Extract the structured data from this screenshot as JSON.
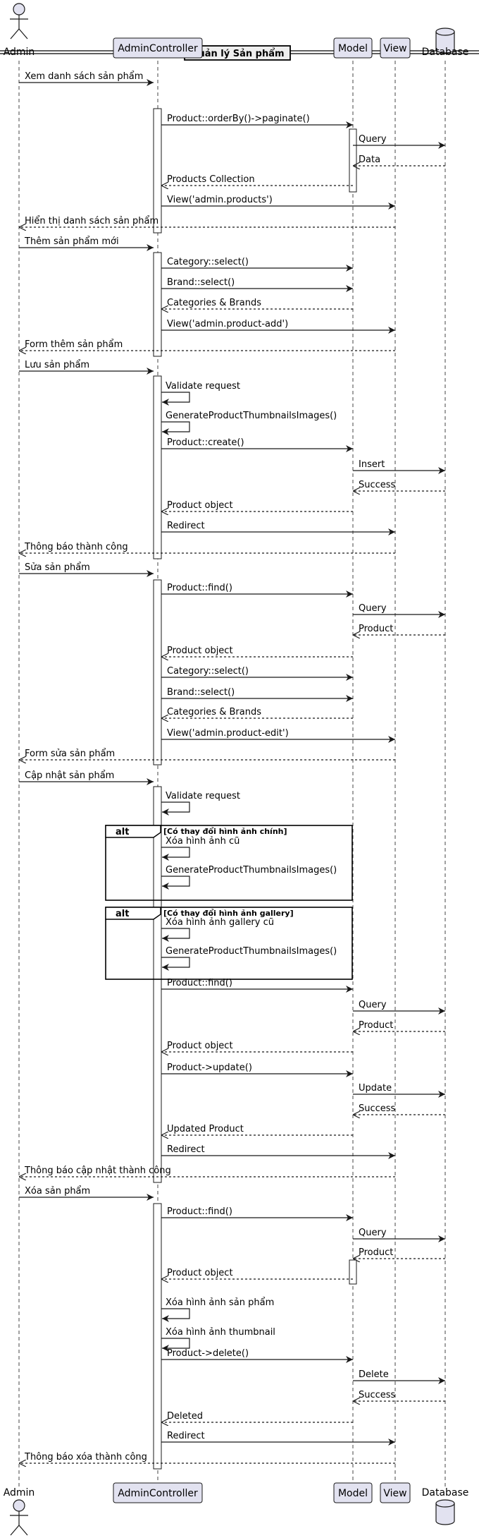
{
  "participants": [
    {
      "id": "admin",
      "label": "Admin",
      "kind": "actor"
    },
    {
      "id": "ctrl",
      "label": "AdminController",
      "kind": "box"
    },
    {
      "id": "model",
      "label": "Model",
      "kind": "box"
    },
    {
      "id": "view",
      "label": "View",
      "kind": "box"
    },
    {
      "id": "db",
      "label": "Database",
      "kind": "database"
    }
  ],
  "colors": {
    "participant_fill": "#e2e2f0",
    "participant_stroke": "#181818",
    "lifeline": "#181818",
    "activation_fill": "#ffffff",
    "fragment_stroke": "#000000",
    "divider_label_fill": "#eeeeee"
  },
  "section_title": "Quản lý Sản phẩm",
  "messages": [
    {
      "from": "admin",
      "to": "ctrl",
      "text": "Xem danh sách sản phẩm",
      "style": "solid"
    },
    {
      "from": "ctrl",
      "to": "model",
      "text": "Product::orderBy()->paginate()",
      "style": "solid"
    },
    {
      "from": "model",
      "to": "db",
      "text": "Query",
      "style": "solid"
    },
    {
      "from": "db",
      "to": "model",
      "text": "Data",
      "style": "dashed"
    },
    {
      "from": "model",
      "to": "ctrl",
      "text": "Products Collection",
      "style": "dashed"
    },
    {
      "from": "ctrl",
      "to": "view",
      "text": "View('admin.products')",
      "style": "solid"
    },
    {
      "from": "view",
      "to": "admin",
      "text": "Hiển thị danh sách sản phẩm",
      "style": "dashed"
    },
    {
      "from": "admin",
      "to": "ctrl",
      "text": "Thêm sản phẩm mới",
      "style": "solid"
    },
    {
      "from": "ctrl",
      "to": "model",
      "text": "Category::select()",
      "style": "solid"
    },
    {
      "from": "ctrl",
      "to": "model",
      "text": "Brand::select()",
      "style": "solid"
    },
    {
      "from": "model",
      "to": "ctrl",
      "text": "Categories & Brands",
      "style": "dashed"
    },
    {
      "from": "ctrl",
      "to": "view",
      "text": "View('admin.product-add')",
      "style": "solid"
    },
    {
      "from": "view",
      "to": "admin",
      "text": "Form thêm sản phẩm",
      "style": "dashed"
    },
    {
      "from": "admin",
      "to": "ctrl",
      "text": "Lưu sản phẩm",
      "style": "solid"
    },
    {
      "from": "ctrl",
      "to": "ctrl",
      "text": "Validate request",
      "style": "solid"
    },
    {
      "from": "ctrl",
      "to": "ctrl",
      "text": "GenerateProductThumbnailsImages()",
      "style": "solid"
    },
    {
      "from": "ctrl",
      "to": "model",
      "text": "Product::create()",
      "style": "solid"
    },
    {
      "from": "model",
      "to": "db",
      "text": "Insert",
      "style": "solid"
    },
    {
      "from": "db",
      "to": "model",
      "text": "Success",
      "style": "dashed"
    },
    {
      "from": "model",
      "to": "ctrl",
      "text": "Product object",
      "style": "dashed"
    },
    {
      "from": "ctrl",
      "to": "view",
      "text": "Redirect",
      "style": "solid"
    },
    {
      "from": "view",
      "to": "admin",
      "text": "Thông báo thành công",
      "style": "dashed"
    },
    {
      "from": "admin",
      "to": "ctrl",
      "text": "Sửa sản phẩm",
      "style": "solid"
    },
    {
      "from": "ctrl",
      "to": "model",
      "text": "Product::find()",
      "style": "solid"
    },
    {
      "from": "model",
      "to": "db",
      "text": "Query",
      "style": "solid"
    },
    {
      "from": "db",
      "to": "model",
      "text": "Product",
      "style": "dashed"
    },
    {
      "from": "model",
      "to": "ctrl",
      "text": "Product object",
      "style": "dashed"
    },
    {
      "from": "ctrl",
      "to": "model",
      "text": "Category::select()",
      "style": "solid"
    },
    {
      "from": "ctrl",
      "to": "model",
      "text": "Brand::select()",
      "style": "solid"
    },
    {
      "from": "model",
      "to": "ctrl",
      "text": "Categories & Brands",
      "style": "dashed"
    },
    {
      "from": "ctrl",
      "to": "view",
      "text": "View('admin.product-edit')",
      "style": "solid"
    },
    {
      "from": "view",
      "to": "admin",
      "text": "Form sửa sản phẩm",
      "style": "dashed"
    },
    {
      "from": "admin",
      "to": "ctrl",
      "text": "Cập nhật sản phẩm",
      "style": "solid"
    },
    {
      "from": "ctrl",
      "to": "ctrl",
      "text": "Validate request",
      "style": "solid"
    },
    {
      "from": "ctrl",
      "to": "ctrl",
      "text": "Xóa hình ảnh cũ",
      "style": "solid"
    },
    {
      "from": "ctrl",
      "to": "ctrl",
      "text": "GenerateProductThumbnailsImages()",
      "style": "solid"
    },
    {
      "from": "ctrl",
      "to": "ctrl",
      "text": "Xóa hình ảnh gallery cũ",
      "style": "solid"
    },
    {
      "from": "ctrl",
      "to": "ctrl",
      "text": "GenerateProductThumbnailsImages()",
      "style": "solid"
    },
    {
      "from": "ctrl",
      "to": "model",
      "text": "Product::find()",
      "style": "solid"
    },
    {
      "from": "model",
      "to": "db",
      "text": "Query",
      "style": "solid"
    },
    {
      "from": "db",
      "to": "model",
      "text": "Product",
      "style": "dashed"
    },
    {
      "from": "model",
      "to": "ctrl",
      "text": "Product object",
      "style": "dashed"
    },
    {
      "from": "ctrl",
      "to": "model",
      "text": "Product->update()",
      "style": "solid"
    },
    {
      "from": "model",
      "to": "db",
      "text": "Update",
      "style": "solid"
    },
    {
      "from": "db",
      "to": "model",
      "text": "Success",
      "style": "dashed"
    },
    {
      "from": "model",
      "to": "ctrl",
      "text": "Updated Product",
      "style": "dashed"
    },
    {
      "from": "ctrl",
      "to": "view",
      "text": "Redirect",
      "style": "solid"
    },
    {
      "from": "view",
      "to": "admin",
      "text": "Thông báo cập nhật thành công",
      "style": "dashed"
    },
    {
      "from": "admin",
      "to": "ctrl",
      "text": "Xóa sản phẩm",
      "style": "solid"
    },
    {
      "from": "ctrl",
      "to": "model",
      "text": "Product::find()",
      "style": "solid"
    },
    {
      "from": "model",
      "to": "db",
      "text": "Query",
      "style": "solid"
    },
    {
      "from": "db",
      "to": "model",
      "text": "Product",
      "style": "dashed"
    },
    {
      "from": "model",
      "to": "ctrl",
      "text": "Product object",
      "style": "dashed"
    },
    {
      "from": "ctrl",
      "to": "ctrl",
      "text": "Xóa hình ảnh sản phẩm",
      "style": "solid"
    },
    {
      "from": "ctrl",
      "to": "ctrl",
      "text": "Xóa hình ảnh thumbnail",
      "style": "solid"
    },
    {
      "from": "ctrl",
      "to": "model",
      "text": "Product->delete()",
      "style": "solid"
    },
    {
      "from": "model",
      "to": "db",
      "text": "Delete",
      "style": "solid"
    },
    {
      "from": "db",
      "to": "model",
      "text": "Success",
      "style": "dashed"
    },
    {
      "from": "model",
      "to": "ctrl",
      "text": "Deleted",
      "style": "dashed"
    },
    {
      "from": "ctrl",
      "to": "view",
      "text": "Redirect",
      "style": "solid"
    },
    {
      "from": "view",
      "to": "admin",
      "text": "Thông báo xóa thành công",
      "style": "dashed"
    }
  ],
  "fragments": [
    {
      "tag": "alt",
      "condition": "[Có thay đổi hình ảnh chính]"
    },
    {
      "tag": "alt",
      "condition": "[Có thay đổi hình ảnh gallery]"
    }
  ]
}
